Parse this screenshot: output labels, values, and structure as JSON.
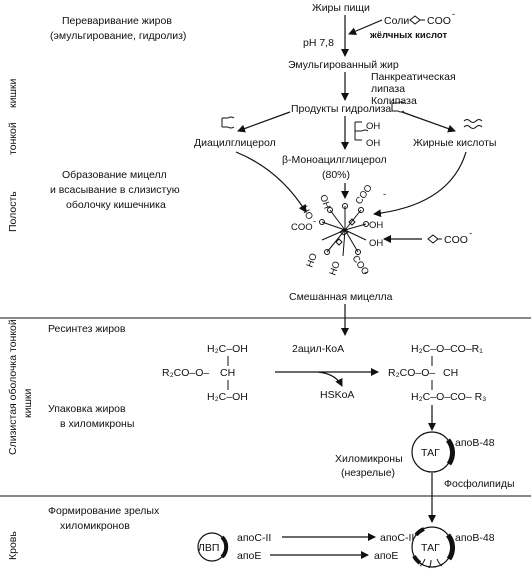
{
  "sections": {
    "intestine_line1": "Полость",
    "intestine_line2": "тонкой",
    "intestine_line3": "кишки",
    "mucosa_line1": "Слизистая оболочка тонкой",
    "mucosa_line2": "кишки",
    "blood": "Кровь"
  },
  "steps": {
    "digestion_line1": "Переваривание жиров",
    "digestion_line2": "(эмульгирование, гидролиз)",
    "micelle_line1": "Образование мицелл",
    "micelle_line2": "и всасывание в слизистую",
    "micelle_line3": "оболочку кишечника",
    "resynthesis": "Ресинтез жиров",
    "packaging_line1": "Упаковка жиров",
    "packaging_line2": "в хиломикроны",
    "maturation_line1": "Формирование зрелых",
    "maturation_line2": "хиломикронов"
  },
  "flow": {
    "food_fats": "Жиры пищи",
    "bile_salts_line1": "Соли",
    "bile_salts_coo": "COO",
    "bile_salts_minus": "-",
    "bile_salts_line2": "жёлчных кислот",
    "ph": "pH 7,8",
    "emulsified_fat": "Эмульгированный жир",
    "enzyme1": "Панкреатическая",
    "enzyme2": "липаза",
    "enzyme3": "Колипаза",
    "hydrolysis_products": "Продукты гидролиза",
    "diacylglycerol": "Диацилглицерол",
    "monoacylglycerol": "β-Моноацилглицерол",
    "monoacylglycerol_pct": "(80%)",
    "fatty_acids": "Жирные кислоты",
    "oh": "OH",
    "mixed_micelle": "Смешанная мицелла",
    "coo_side": "COO",
    "coo_side_minus": "-"
  },
  "micelle": {
    "coo": "COO",
    "oh": "OH",
    "ho": "HO",
    "minus": "-"
  },
  "resynthesis_chem": {
    "left_top": "H₂C–OH",
    "left_mid_a": "R₂CO–O–",
    "left_mid_b": "CH",
    "left_bot": "H₂C–OH",
    "reagent": "2ацил-КоА",
    "byproduct": "HSKoA",
    "right_top": "H₂C–O–CO–R₁",
    "right_mid_a": "R₂CO–O–",
    "right_mid_b": "CH",
    "right_bot": "H₂C–O–CO– R₃"
  },
  "chylomicron": {
    "tag": "ТАГ",
    "apob48": "апоВ-48",
    "immature_line1": "Хиломикроны",
    "immature_line2": "(незрелые)",
    "phospholipids": "Фосфолипиды"
  },
  "blood_section": {
    "lvp": "ЛВП",
    "apoc2_left": "апоС-II",
    "apoe_left": "апоЕ",
    "apoc2_right": "апоС-II",
    "apoe_right": "апоЕ",
    "tag": "ТАГ",
    "apob48": "апоВ-48"
  }
}
